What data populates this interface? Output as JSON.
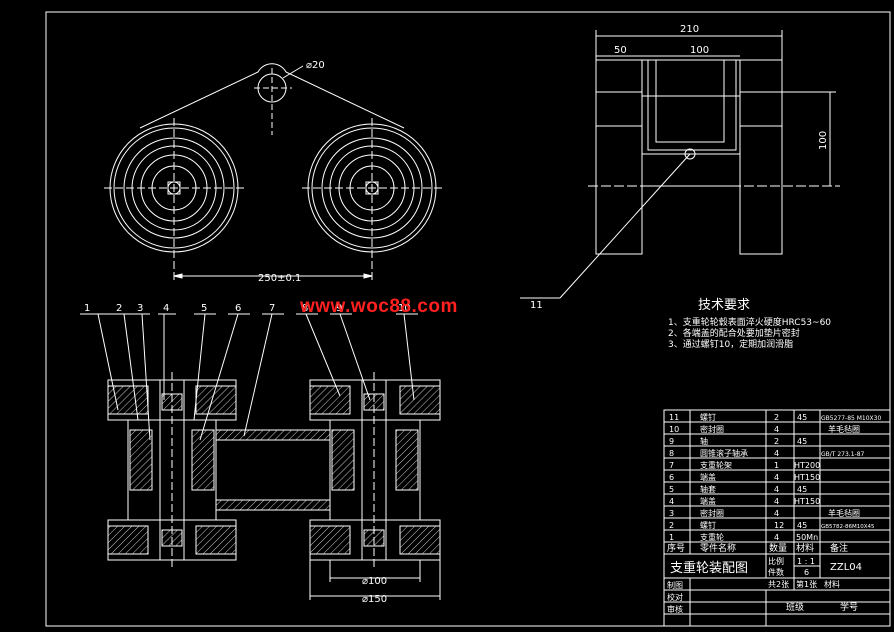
{
  "watermark": "www.woc88.com",
  "dimensions": {
    "hole_dia": "⌀20",
    "center_distance": "250±0.1",
    "overall_width": "210",
    "offset_50": "50",
    "inner_100": "100",
    "height_100": "100",
    "dia_100": "⌀100",
    "dia_150": "⌀150"
  },
  "balloons": [
    "1",
    "2",
    "3",
    "4",
    "5",
    "6",
    "7",
    "8",
    "9",
    "10",
    "11"
  ],
  "tech_requirements": {
    "title": "技术要求",
    "items": [
      "1、支重轮轮毂表面淬火硬度HRC53~60",
      "2、各端盖的配合处要加垫片密封",
      "3、通过螺钉10，定期加润滑脂"
    ]
  },
  "bom": {
    "headers": [
      "序号",
      "零件名称",
      "数量",
      "材料",
      "备注"
    ],
    "rows": [
      [
        "11",
        "螺钉",
        "2",
        "45",
        "GB5277-85 M10X30"
      ],
      [
        "10",
        "密封圈",
        "4",
        "",
        "羊毛毡圈"
      ],
      [
        "9",
        "轴",
        "2",
        "45",
        ""
      ],
      [
        "8",
        "圆锥滚子轴承",
        "4",
        "",
        "GB/T 273.1-87"
      ],
      [
        "7",
        "支重轮架",
        "1",
        "HT200",
        ""
      ],
      [
        "6",
        "端盖",
        "4",
        "HT150",
        ""
      ],
      [
        "5",
        "轴套",
        "4",
        "45",
        ""
      ],
      [
        "4",
        "端盖",
        "4",
        "HT150",
        ""
      ],
      [
        "3",
        "密封圈",
        "4",
        "",
        "羊毛毡圈"
      ],
      [
        "2",
        "螺钉",
        "12",
        "45",
        "GB5782-86M10X45"
      ],
      [
        "1",
        "支重轮",
        "4",
        "50Mn",
        ""
      ]
    ]
  },
  "title_block": {
    "drawing_title": "支重轮装配图",
    "scale_label": "比例",
    "scale_value": "1 : 1",
    "piece_label": "件数",
    "piece_value": "6",
    "code": "ZZL04",
    "sheet_total": "共2张",
    "sheet_current": "第1张",
    "material_label": "材料",
    "drawn_label": "制图",
    "checked_label": "校对",
    "reviewed_label": "审核",
    "class_label": "班级",
    "student_no_label": "学号"
  },
  "colors": {
    "background": "#000000",
    "line": "#ffffff",
    "hatch": "#ffffff",
    "watermark": "#ff2020"
  }
}
